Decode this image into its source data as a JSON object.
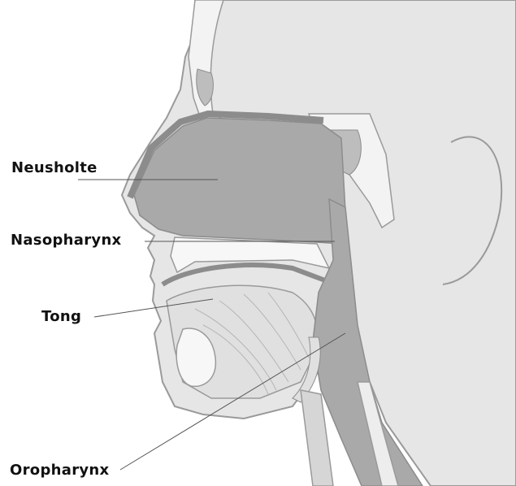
{
  "diagram": {
    "labels": {
      "nasal_cavity": "Neusholte",
      "nasopharynx": "Nasopharynx",
      "tongue": "Tong",
      "oropharynx": "Oropharynx"
    },
    "colors": {
      "skin": "#e6e6e6",
      "outline": "#9a9a9a",
      "cavity": "#a9a9a9",
      "cavity_dark": "#8c8c8c",
      "bone": "#f7f7f7",
      "leader_line": "#555555",
      "label_text": "#111111"
    }
  }
}
